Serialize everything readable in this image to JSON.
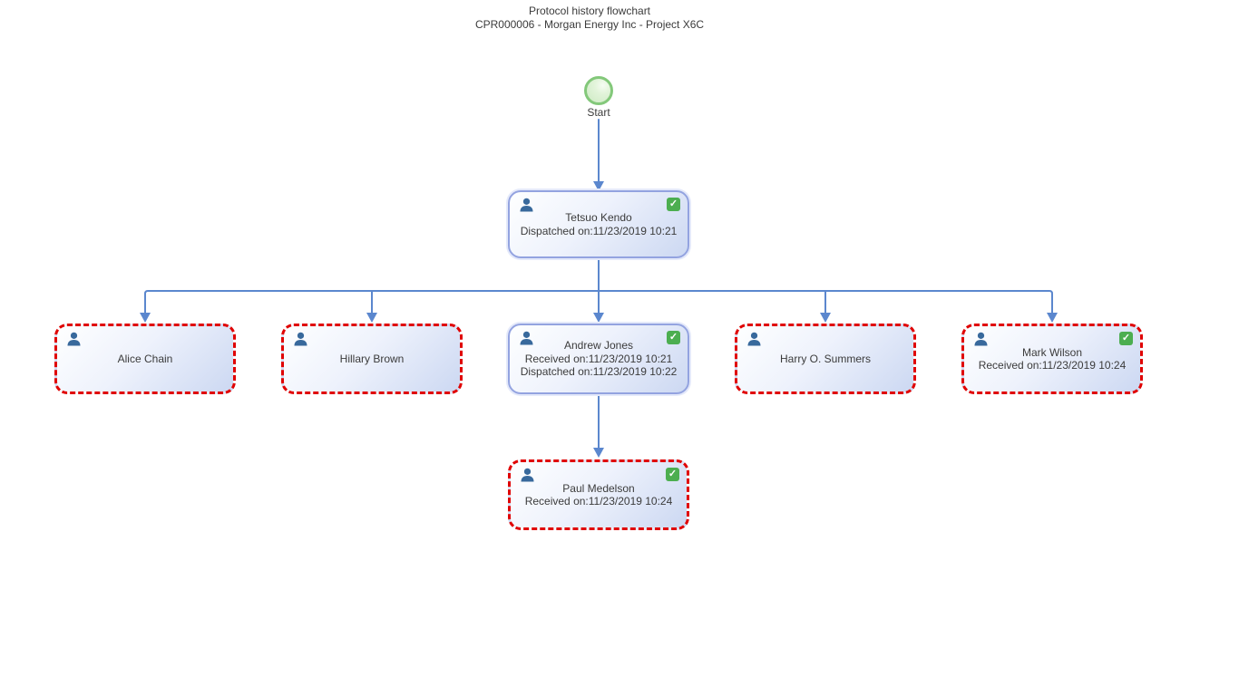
{
  "header": {
    "title": "Protocol history flowchart",
    "subtitle": "CPR000006 - Morgan Energy Inc - Project X6C"
  },
  "start": {
    "label": "Start"
  },
  "nodes": {
    "tetsuo": {
      "name": "Tetsuo Kendo",
      "status1": "Dispatched on:11/23/2019 10:21",
      "completed": true,
      "border": "solid-blue"
    },
    "alice": {
      "name": "Alice Chain",
      "completed": false,
      "border": "red-dashed"
    },
    "hillary": {
      "name": "Hillary Brown",
      "completed": false,
      "border": "red-dashed"
    },
    "andrew": {
      "name": "Andrew Jones",
      "status1": "Received on:11/23/2019 10:21",
      "status2": "Dispatched on:11/23/2019 10:22",
      "completed": true,
      "border": "solid-blue"
    },
    "harry": {
      "name": "Harry O. Summers",
      "completed": false,
      "border": "red-dashed"
    },
    "mark": {
      "name": "Mark Wilson",
      "status1": "Received on:11/23/2019 10:24",
      "completed": true,
      "border": "red-dashed"
    },
    "paul": {
      "name": "Paul Medelson",
      "status1": "Received on:11/23/2019 10:24",
      "completed": true,
      "border": "red-dashed"
    }
  },
  "icons": {
    "person": "user-silhouette",
    "check_glyph": "✓"
  },
  "colors": {
    "connector": "#5b87ce",
    "node_border_blue": "#93a3e0",
    "node_fill_light": "#feffff",
    "node_fill_dark": "#ccd8f2",
    "dashed_border_red": "#e00000",
    "check_green": "#4cae50",
    "start_fill": "#cdeac3",
    "start_border": "#83c87a",
    "person_icon_blue": "#38699c",
    "text": "#3b3b3b"
  }
}
